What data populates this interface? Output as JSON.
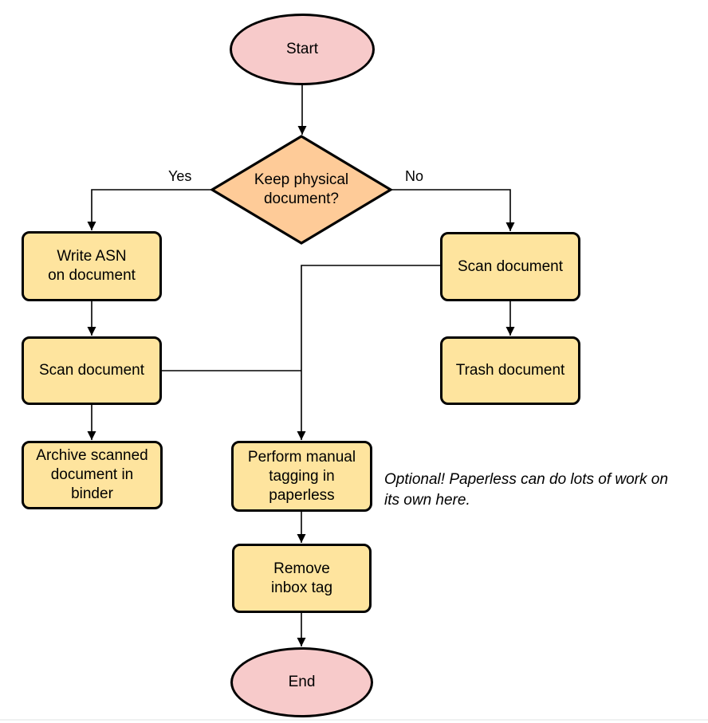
{
  "colors": {
    "terminal_fill": "#F7CACA",
    "decision_fill": "#FECB98",
    "process_fill": "#FEE49E",
    "stroke": "#000000",
    "background": "#FFFFFF"
  },
  "nodes": {
    "start": {
      "label": "Start",
      "type": "terminal"
    },
    "decision": {
      "label": "Keep physical\ndocument?",
      "type": "decision"
    },
    "write_asn": {
      "label": "Write ASN\non document",
      "type": "process"
    },
    "scan_left": {
      "label": "Scan document",
      "type": "process"
    },
    "archive": {
      "label": "Archive scanned\ndocument in\nbinder",
      "type": "process"
    },
    "scan_right": {
      "label": "Scan document",
      "type": "process"
    },
    "trash": {
      "label": "Trash document",
      "type": "process"
    },
    "tagging": {
      "label": "Perform manual\ntagging in\npaperless",
      "type": "process"
    },
    "remove_inbox": {
      "label": "Remove\ninbox tag",
      "type": "process"
    },
    "end": {
      "label": "End",
      "type": "terminal"
    }
  },
  "edge_labels": {
    "yes": "Yes",
    "no": "No"
  },
  "note": {
    "text": "Optional! Paperless can do lots of work on\nits own here."
  }
}
